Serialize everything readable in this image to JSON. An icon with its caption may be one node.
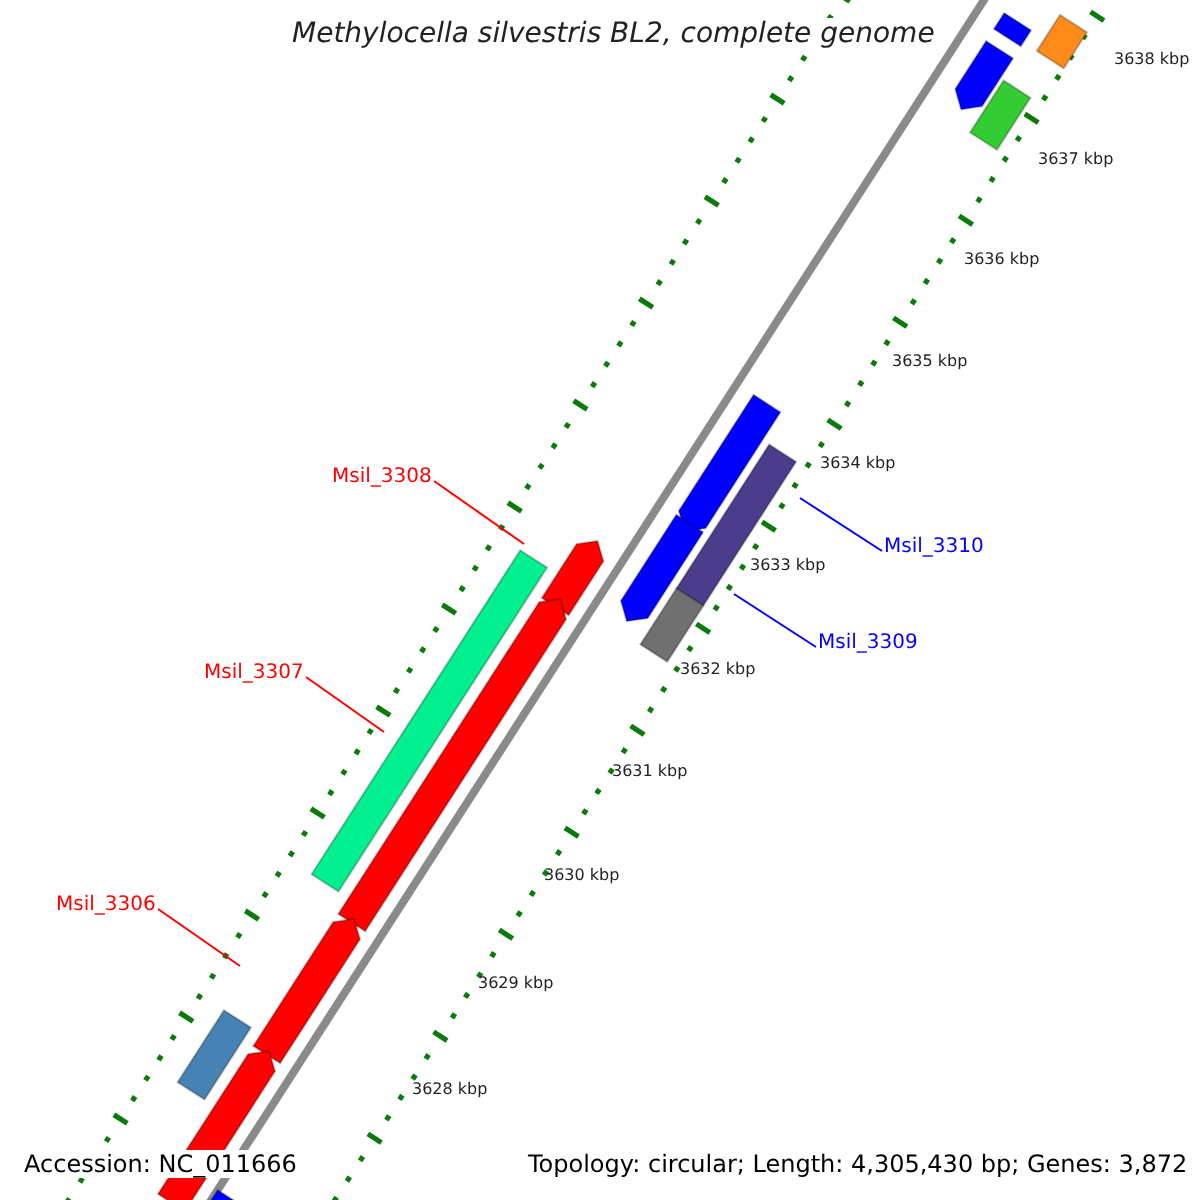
{
  "diagram": {
    "title": "Methylocella silvestris BL2, complete genome",
    "nodes": [
      {
        "text": [
          "Msil_3308"
        ]
      },
      {
        "text": [
          "Msil_3307"
        ]
      },
      {
        "text": [
          "Msil_3306"
        ]
      },
      {
        "text": [
          "Msil_3310"
        ]
      },
      {
        "text": [
          "Msil_3309"
        ]
      }
    ],
    "edges": [
      {
        "from": 0,
        "to": null,
        "arrow": "none"
      },
      {
        "from": 1,
        "to": null,
        "arrow": "none"
      },
      {
        "from": 2,
        "to": null,
        "arrow": "none"
      },
      {
        "from": 3,
        "to": null,
        "arrow": "none",
        "color": "#0000ff"
      },
      {
        "from": 4,
        "to": null,
        "arrow": "none",
        "color": "#0000ff"
      }
    ],
    "labels": [
      "3638 kbp",
      "3637 kbp",
      "3636 kbp",
      "3635 kbp",
      "3634 kbp",
      "3633 kbp",
      "3632 kbp",
      "3631 kbp",
      "3630 kbp",
      "3629 kbp",
      "3628 kbp",
      "Accession: NC_011666",
      "Topology: circular; Length: 4,305,430 bp; Genes: 3,872"
    ]
  }
}
